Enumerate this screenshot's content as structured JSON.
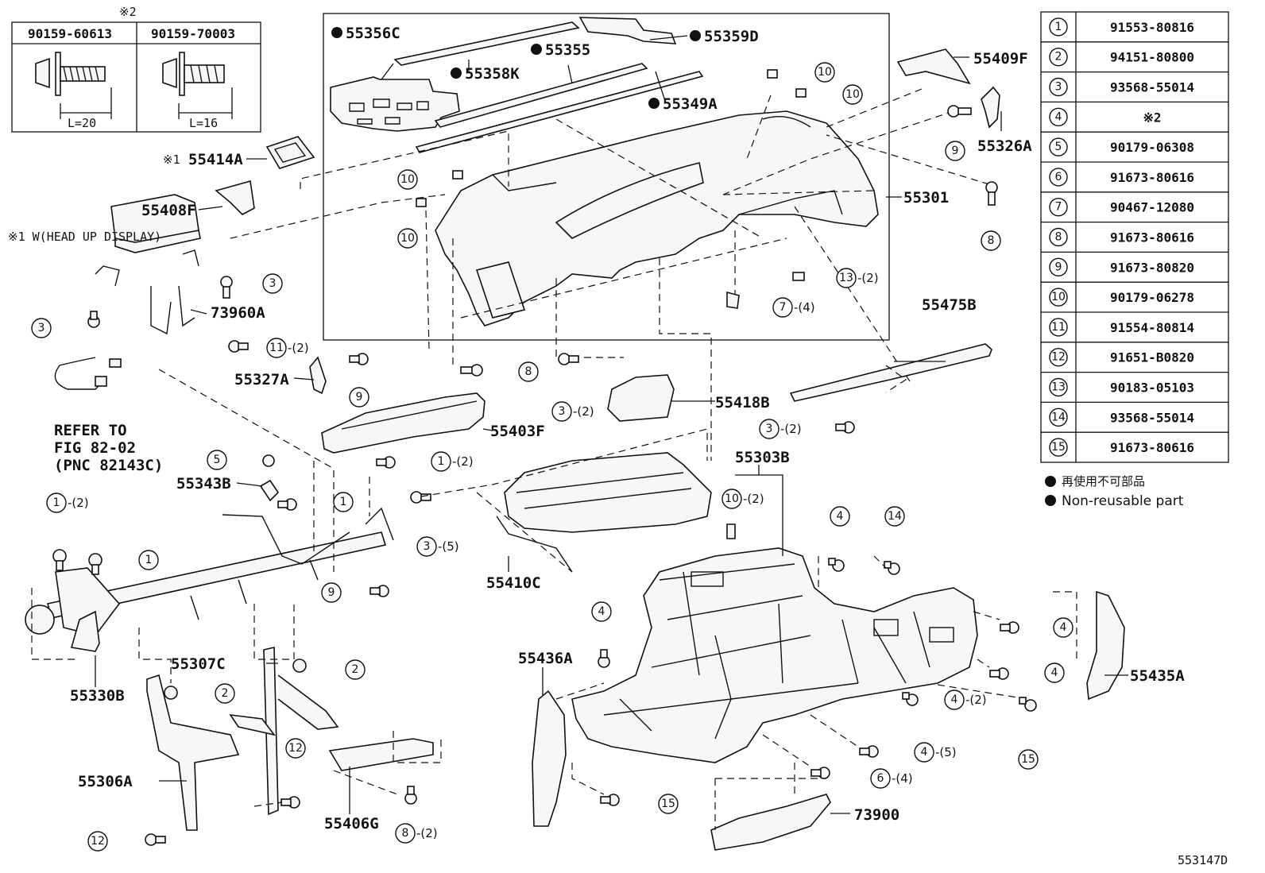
{
  "diagram_id": "553147D",
  "fastener_box": {
    "note_mark": "※2",
    "items": [
      {
        "part": "90159-60613",
        "length": "L=20"
      },
      {
        "part": "90159-70003",
        "length": "L=16"
      }
    ]
  },
  "notes": {
    "n1_mark": "※1",
    "n1_text": "※1 W(HEAD UP DISPLAY)",
    "refer_lines": [
      "REFER TO",
      "FIG 82-02",
      "(PNC 82143C)"
    ]
  },
  "legend": {
    "jp": "再使用不可部品",
    "en": "Non-reusable part"
  },
  "fastener_table": [
    {
      "num": "1",
      "part": "91553-80816"
    },
    {
      "num": "2",
      "part": "94151-80800"
    },
    {
      "num": "3",
      "part": "93568-55014"
    },
    {
      "num": "4",
      "part": "※2"
    },
    {
      "num": "5",
      "part": "90179-06308"
    },
    {
      "num": "6",
      "part": "91673-80616"
    },
    {
      "num": "7",
      "part": "90467-12080"
    },
    {
      "num": "8",
      "part": "91673-80616"
    },
    {
      "num": "9",
      "part": "91673-80820"
    },
    {
      "num": "10",
      "part": "90179-06278"
    },
    {
      "num": "11",
      "part": "91554-80814"
    },
    {
      "num": "12",
      "part": "91651-B0820"
    },
    {
      "num": "13",
      "part": "90183-05103"
    },
    {
      "num": "14",
      "part": "93568-55014"
    },
    {
      "num": "15",
      "part": "91673-80616"
    }
  ],
  "part_labels": {
    "p55356C": "55356C",
    "p55359D": "55359D",
    "p55355": "55355",
    "p55358K": "55358K",
    "p55349A": "55349A",
    "p55409F": "55409F",
    "p55326A": "55326A",
    "p55301": "55301",
    "p55414A": "55414A",
    "p55408F": "55408F",
    "p73960A": "73960A",
    "p55327A": "55327A",
    "p55475B": "55475B",
    "p55418B": "55418B",
    "p55403F": "55403F",
    "p55303B": "55303B",
    "p55343B": "55343B",
    "p55410C": "55410C",
    "p55307C": "55307C",
    "p55330B": "55330B",
    "p55436A": "55436A",
    "p55435A": "55435A",
    "p55306A": "55306A",
    "p55406G": "55406G",
    "p73900": "73900"
  },
  "callouts": [
    {
      "id": "c10a",
      "num": "10",
      "qty": ""
    },
    {
      "id": "c10b",
      "num": "10",
      "qty": ""
    },
    {
      "id": "c10c",
      "num": "10",
      "qty": ""
    },
    {
      "id": "c10d",
      "num": "10",
      "qty": ""
    },
    {
      "id": "c9a",
      "num": "9",
      "qty": ""
    },
    {
      "id": "c8a",
      "num": "8",
      "qty": ""
    },
    {
      "id": "c13a",
      "num": "13",
      "qty": "-(2)"
    },
    {
      "id": "c7a",
      "num": "7",
      "qty": "-(4)"
    },
    {
      "id": "c3a",
      "num": "3",
      "qty": ""
    },
    {
      "id": "c3b",
      "num": "3",
      "qty": ""
    },
    {
      "id": "c11a",
      "num": "11",
      "qty": "-(2)"
    },
    {
      "id": "c9b",
      "num": "9",
      "qty": ""
    },
    {
      "id": "c8b",
      "num": "8",
      "qty": ""
    },
    {
      "id": "c3c",
      "num": "3",
      "qty": "-(2)"
    },
    {
      "id": "c3d",
      "num": "3",
      "qty": "-(2)"
    },
    {
      "id": "c5a",
      "num": "5",
      "qty": ""
    },
    {
      "id": "c1a",
      "num": "1",
      "qty": "-(2)"
    },
    {
      "id": "c1b",
      "num": "1",
      "qty": ""
    },
    {
      "id": "c1c",
      "num": "1",
      "qty": "-(2)"
    },
    {
      "id": "c1d",
      "num": "1",
      "qty": ""
    },
    {
      "id": "c3e",
      "num": "3",
      "qty": "-(5)"
    },
    {
      "id": "c10e",
      "num": "10",
      "qty": "-(2)"
    },
    {
      "id": "c4a",
      "num": "4",
      "qty": ""
    },
    {
      "id": "c14a",
      "num": "14",
      "qty": ""
    },
    {
      "id": "c9c",
      "num": "9",
      "qty": ""
    },
    {
      "id": "c2a",
      "num": "2",
      "qty": ""
    },
    {
      "id": "c2b",
      "num": "2",
      "qty": ""
    },
    {
      "id": "c4b",
      "num": "4",
      "qty": ""
    },
    {
      "id": "c4c",
      "num": "4",
      "qty": ""
    },
    {
      "id": "c4d",
      "num": "4",
      "qty": ""
    },
    {
      "id": "c4e",
      "num": "4",
      "qty": "-(2)"
    },
    {
      "id": "c15a",
      "num": "15",
      "qty": ""
    },
    {
      "id": "c4f",
      "num": "4",
      "qty": "-(5)"
    },
    {
      "id": "c6a",
      "num": "6",
      "qty": "-(4)"
    },
    {
      "id": "c15b",
      "num": "15",
      "qty": ""
    },
    {
      "id": "c12a",
      "num": "12",
      "qty": ""
    },
    {
      "id": "c8c",
      "num": "8",
      "qty": "-(2)"
    },
    {
      "id": "c12b",
      "num": "12",
      "qty": ""
    }
  ]
}
